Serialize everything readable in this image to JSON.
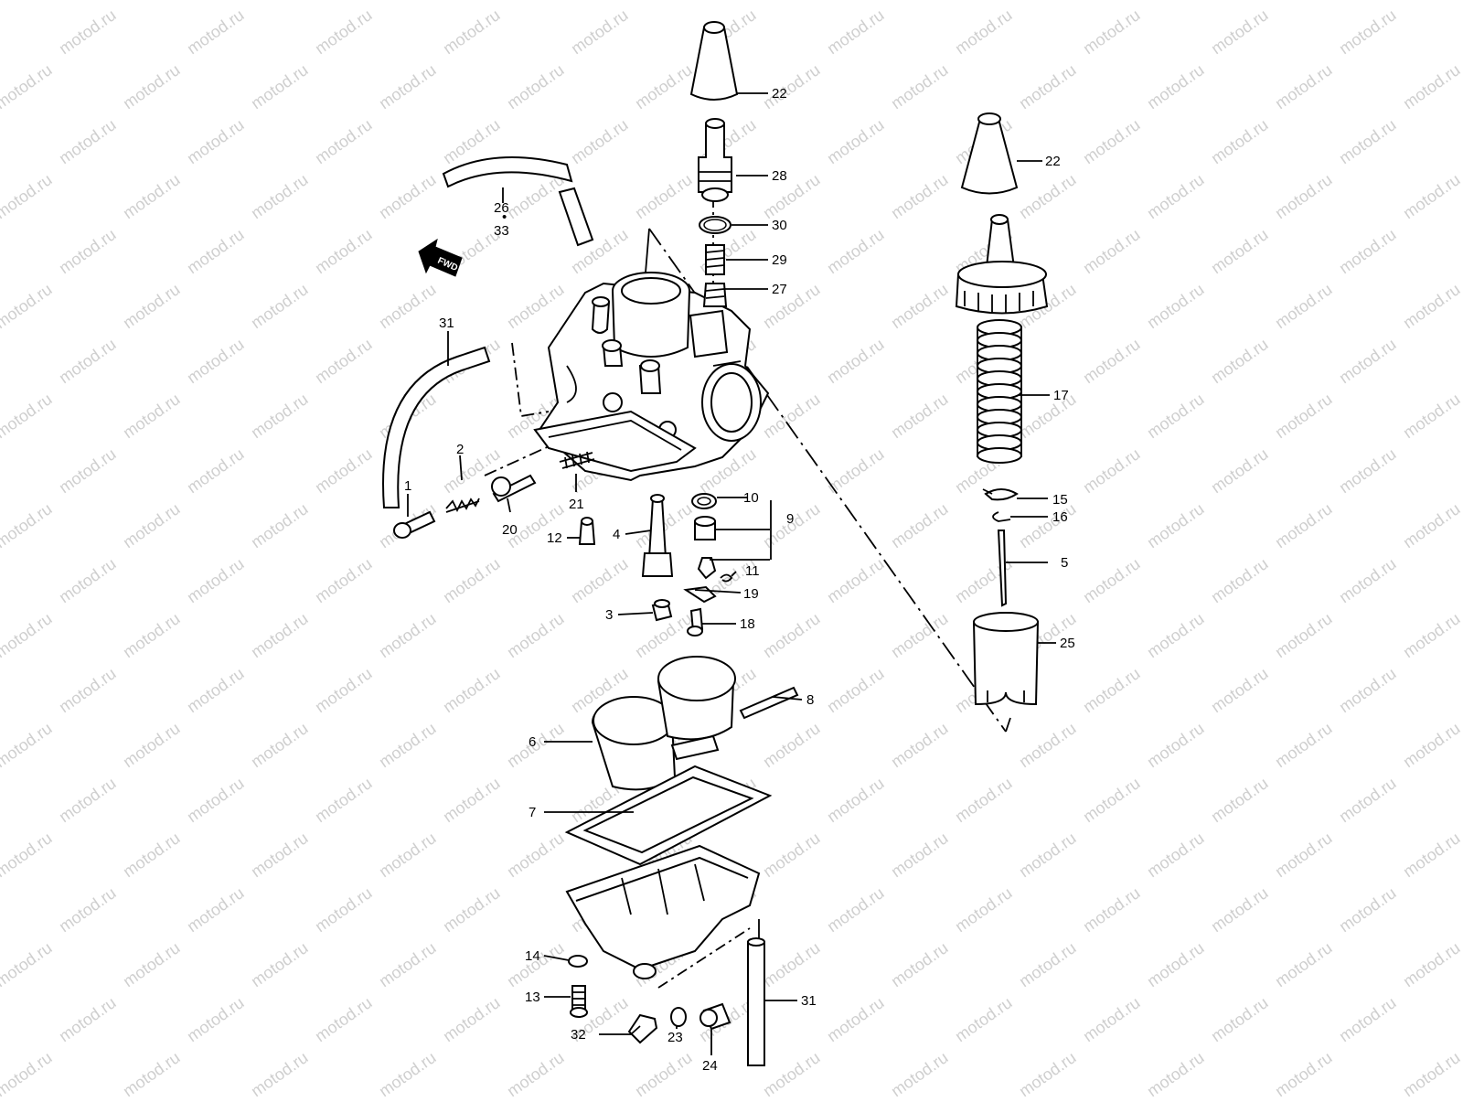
{
  "watermark": "motod.ru",
  "fwd_label": "FWD",
  "callouts": [
    {
      "id": "c1",
      "text": "1"
    },
    {
      "id": "c2",
      "text": "2"
    },
    {
      "id": "c3",
      "text": "3"
    },
    {
      "id": "c4",
      "text": "4"
    },
    {
      "id": "c5",
      "text": "5"
    },
    {
      "id": "c6",
      "text": "6"
    },
    {
      "id": "c7",
      "text": "7"
    },
    {
      "id": "c8",
      "text": "8"
    },
    {
      "id": "c9",
      "text": "9"
    },
    {
      "id": "c10",
      "text": "10"
    },
    {
      "id": "c11",
      "text": "11"
    },
    {
      "id": "c12",
      "text": "12"
    },
    {
      "id": "c13",
      "text": "13"
    },
    {
      "id": "c14",
      "text": "14"
    },
    {
      "id": "c15",
      "text": "15"
    },
    {
      "id": "c16",
      "text": "16"
    },
    {
      "id": "c17",
      "text": "17"
    },
    {
      "id": "c18",
      "text": "18"
    },
    {
      "id": "c19",
      "text": "19"
    },
    {
      "id": "c20",
      "text": "20"
    },
    {
      "id": "c21",
      "text": "21"
    },
    {
      "id": "c22a",
      "text": "22"
    },
    {
      "id": "c22b",
      "text": "22"
    },
    {
      "id": "c23",
      "text": "23"
    },
    {
      "id": "c24",
      "text": "24"
    },
    {
      "id": "c25",
      "text": "25"
    },
    {
      "id": "c26",
      "text": "26"
    },
    {
      "id": "c27",
      "text": "27"
    },
    {
      "id": "c28",
      "text": "28"
    },
    {
      "id": "c29",
      "text": "29"
    },
    {
      "id": "c30",
      "text": "30"
    },
    {
      "id": "c31a",
      "text": "31"
    },
    {
      "id": "c31b",
      "text": "31"
    },
    {
      "id": "c33",
      "text": "33"
    }
  ]
}
